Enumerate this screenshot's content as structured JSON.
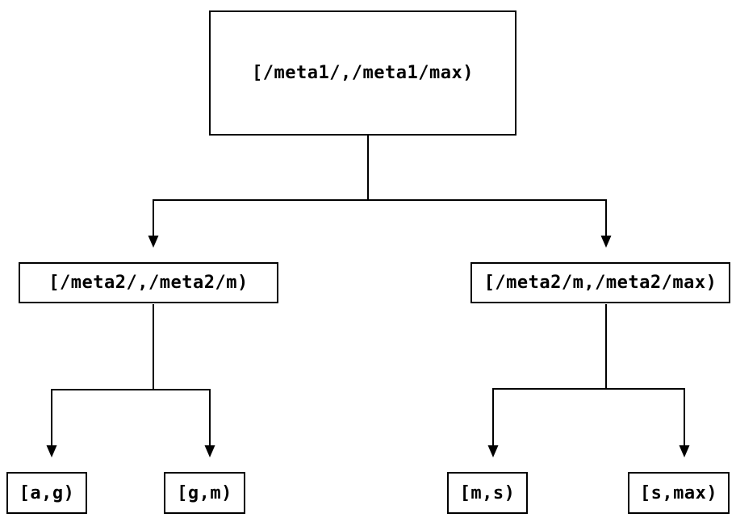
{
  "diagram": {
    "type": "tree",
    "background_color": "#ffffff",
    "line_color": "#000000",
    "node_border_color": "#000000",
    "node_fill_color": "#ffffff",
    "text_color": "#000000",
    "nodes": {
      "root": {
        "label": "[/meta1/,/meta1/max)"
      },
      "left": {
        "label": "[/meta2/,/meta2/m)"
      },
      "right": {
        "label": "[/meta2/m,/meta2/max)"
      },
      "leaf_ag": {
        "label": "[a,g)"
      },
      "leaf_gm": {
        "label": "[g,m)"
      },
      "leaf_ms": {
        "label": "[m,s)"
      },
      "leaf_smax": {
        "label": "[s,max)"
      }
    },
    "edges": [
      {
        "from": "root",
        "to": "left"
      },
      {
        "from": "root",
        "to": "right"
      },
      {
        "from": "left",
        "to": "leaf_ag"
      },
      {
        "from": "left",
        "to": "leaf_gm"
      },
      {
        "from": "right",
        "to": "leaf_ms"
      },
      {
        "from": "right",
        "to": "leaf_smax"
      }
    ]
  }
}
